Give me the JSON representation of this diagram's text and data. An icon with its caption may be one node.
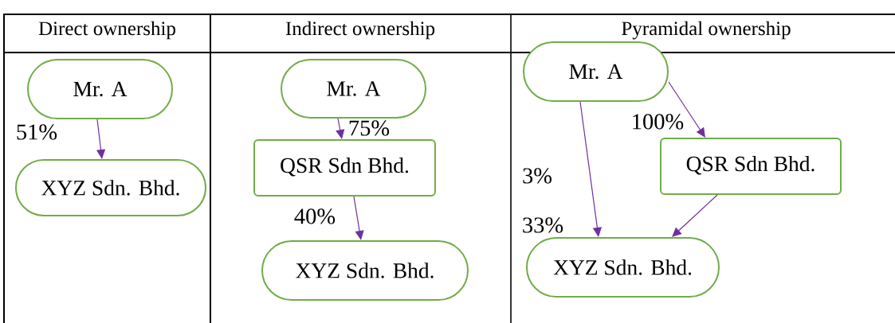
{
  "diagram": {
    "nodes": [
      {
        "text": [
          "Mr. A"
        ]
      },
      {
        "text": [
          "XYZ Sdn. Bhd."
        ]
      },
      {
        "text": [
          "Mr. A"
        ]
      },
      {
        "text": [
          "QSR Sdn Bhd."
        ]
      },
      {
        "text": [
          "XYZ Sdn. Bhd."
        ]
      },
      {
        "text": [
          "Mr. A"
        ]
      },
      {
        "text": [
          "QSR Sdn Bhd."
        ]
      },
      {
        "text": [
          "XYZ Sdn. Bhd."
        ]
      }
    ],
    "edges": [
      {
        "from": 0,
        "to": 1,
        "arrow": "to",
        "label": "51%"
      },
      {
        "from": 2,
        "to": 3,
        "arrow": "to",
        "label": "75%"
      },
      {
        "from": 3,
        "to": 4,
        "arrow": "to",
        "label": "40%"
      },
      {
        "from": 5,
        "to": 6,
        "arrow": "to",
        "label": "100%"
      },
      {
        "from": 5,
        "to": 7,
        "arrow": "to",
        "label": "3%"
      },
      {
        "from": 6,
        "to": 7,
        "arrow": "to"
      }
    ],
    "labels": [
      "Direct ownership",
      "Indirect ownership",
      "Pyramidal ownership",
      "33%"
    ]
  }
}
